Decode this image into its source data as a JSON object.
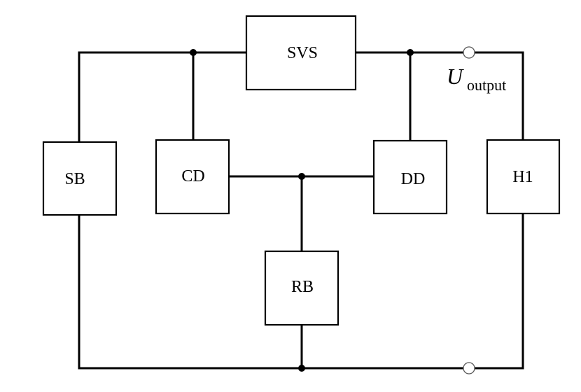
{
  "diagram": {
    "type": "block circuit diagram",
    "blocks": [
      {
        "id": "svs",
        "label": "SVS"
      },
      {
        "id": "sb",
        "label": "SB"
      },
      {
        "id": "cd",
        "label": "CD"
      },
      {
        "id": "dd",
        "label": "DD"
      },
      {
        "id": "h1",
        "label": "H1"
      },
      {
        "id": "rb",
        "label": "RB"
      }
    ],
    "output_label": {
      "symbol": "U",
      "subscript": "output"
    },
    "colors": {
      "line": "#000000",
      "background": "#ffffff",
      "terminal_stroke": "#555555"
    }
  }
}
